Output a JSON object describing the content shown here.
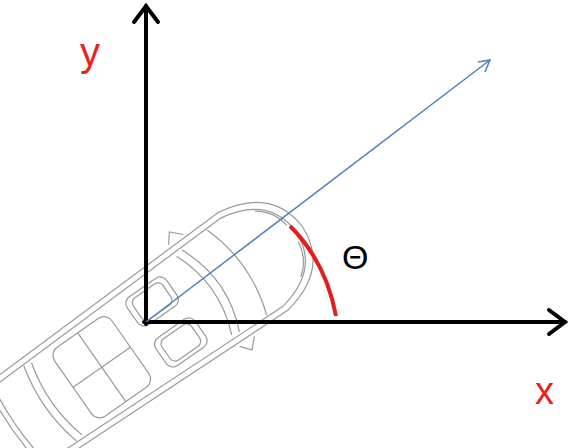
{
  "diagram": {
    "labels": [
      "y",
      "x",
      "Θ"
    ]
  }
}
